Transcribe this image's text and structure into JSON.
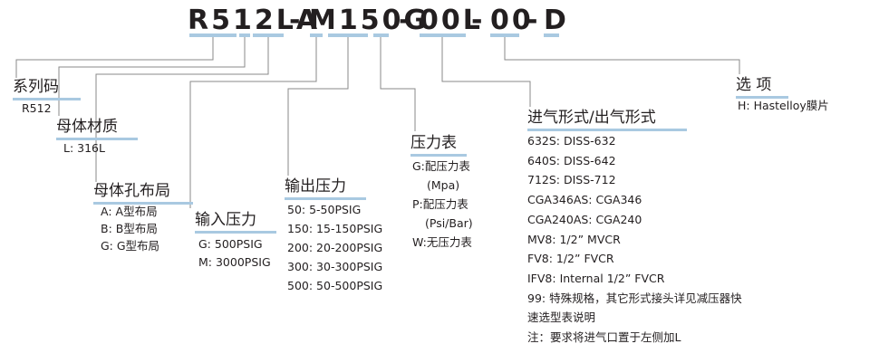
{
  "code": {
    "parts": [
      "R512LA",
      "-",
      "M150G",
      "-",
      "00L",
      "-",
      "00",
      "-",
      "D"
    ]
  },
  "categories": {
    "series": {
      "title": "系列码",
      "lines": [
        "R512"
      ]
    },
    "body_material": {
      "title": "母体材质",
      "lines": [
        "L: 316L"
      ]
    },
    "hole_layout": {
      "title": "母体孔布局",
      "lines": [
        "A: A型布局",
        "B: B型布局",
        "G: G型布局"
      ]
    },
    "inlet_pressure": {
      "title": "输入压力",
      "lines": [
        "G: 500PSIG",
        "M: 3000PSIG"
      ]
    },
    "outlet_pressure": {
      "title": "输出压力",
      "lines": [
        "50: 5-50PSIG",
        "150: 15-150PSIG",
        "200: 20-200PSIG",
        "300: 30-300PSIG",
        "500: 50-500PSIG"
      ]
    },
    "gauge": {
      "title": "压力表",
      "lines": [
        "G:配压力表",
        "(Mpa)",
        "P:配压力表",
        "(Psi/Bar)",
        "W:无压力表"
      ]
    },
    "connection": {
      "title": "进气形式/出气形式",
      "lines": [
        "632S: DISS-632",
        "640S: DISS-642",
        "712S: DISS-712",
        "CGA346AS: CGA346",
        "CGA240AS: CGA240",
        "MV8: 1/2”  MVCR",
        "FV8: 1/2”  FVCR",
        "IFV8: Internal 1/2”  FVCR",
        "99: 特殊规格，其它形式接头详见减压器快",
        "速选型表说明",
        "注：要求将进气口置于左侧加L"
      ]
    },
    "option": {
      "title": "选 项",
      "lines": [
        "H: Hastelloy膜片"
      ]
    }
  },
  "colors": {
    "accent": "#a9c9e1",
    "connector": "#8a8a8a",
    "text": "#231f20"
  }
}
